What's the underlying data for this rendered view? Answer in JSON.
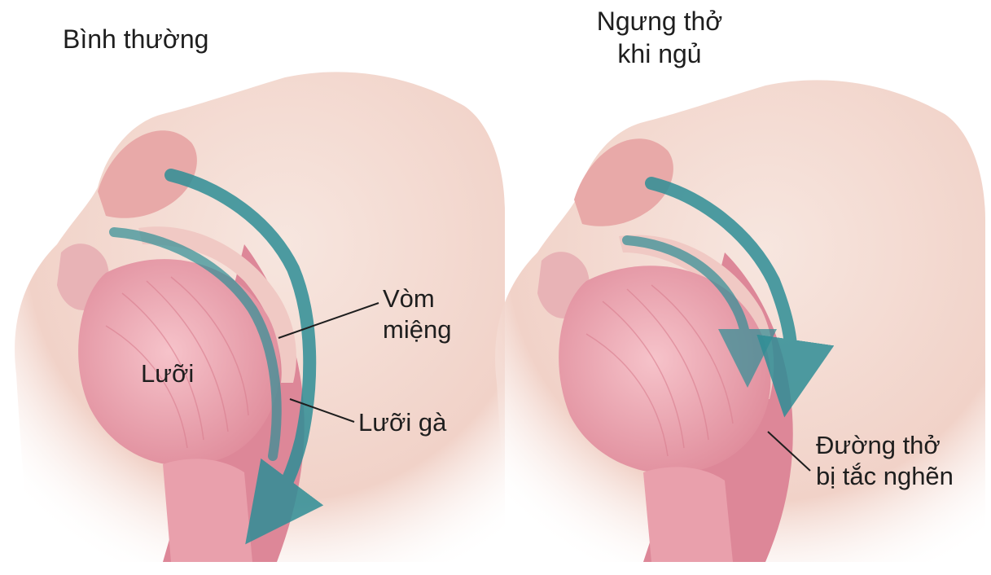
{
  "normal": {
    "title": "Bình thường",
    "labels": {
      "tongue": "Lưỡi",
      "soft_palate": [
        "Vòm",
        "miệng"
      ],
      "uvula": "Lưỡi gà"
    }
  },
  "apnea": {
    "title": [
      "Ngưng thở",
      "khi ngủ"
    ],
    "labels": {
      "blocked_airway": [
        "Đường thở",
        "bị tắc nghẽn"
      ]
    }
  },
  "colors": {
    "airflow": "#2f8e96",
    "tissue": "#e79aa6",
    "skin": "#f3d8cf",
    "tongue": "#efb2bb"
  }
}
